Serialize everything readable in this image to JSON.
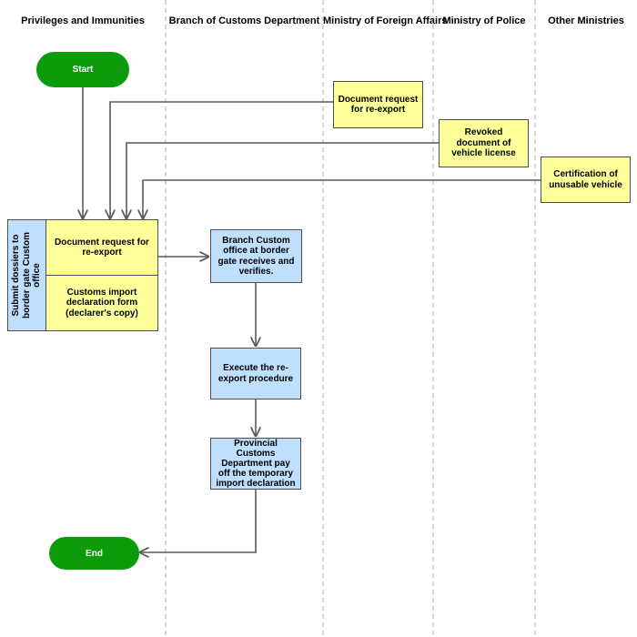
{
  "lanes": [
    {
      "title": "Privileges and Immunities"
    },
    {
      "title": "Branch of Customs Department"
    },
    {
      "title": "Ministry of Foreign Affairs"
    },
    {
      "title": "Ministry of Police"
    },
    {
      "title": "Other Ministries"
    }
  ],
  "nodes": {
    "start": "Start",
    "end": "End",
    "mfa_doc": "Document request for re-export",
    "police_doc": "Revoked document of vehicle license",
    "other_doc": "Certification of unusable vehicle",
    "submit_group": "Submit dossiers to border gate Custom office",
    "doc_request": "Document request for re-export",
    "customs_form": "Customs import declaration form (declarer's copy)",
    "branch_verify": "Branch Custom office at border gate receives and verifies.",
    "execute": "Execute the re-export procedure",
    "provincial": "Provincial Customs Department pay off the temporary import declaration"
  },
  "colors": {
    "terminal": "#0b9b0b",
    "document": "#ffff99",
    "process": "#bfdfff",
    "lane_divider": "#bbbbbb",
    "connector": "#5a5a5a"
  }
}
